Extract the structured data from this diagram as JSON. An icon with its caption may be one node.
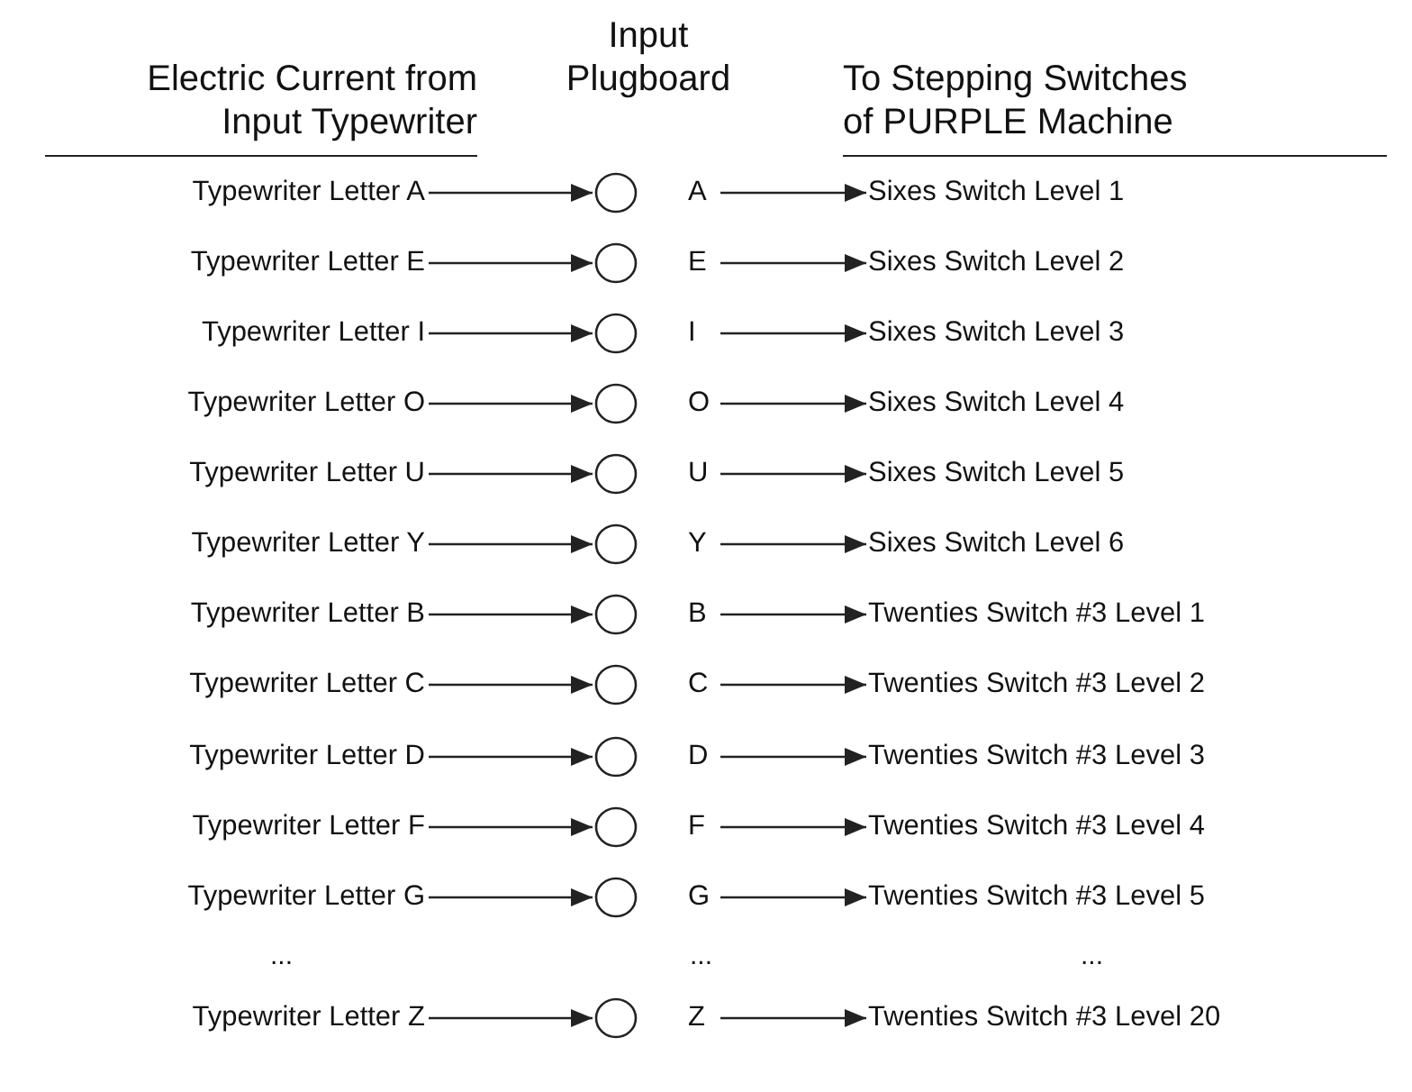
{
  "diagram": {
    "nodes": [
      {
        "text": [
          "Typewriter Letter A"
        ]
      },
      {
        "text": [],
        "shape": "circle",
        "beside": [
          "A"
        ]
      },
      {
        "text": [
          "Sixes Switch Level 1"
        ]
      },
      {
        "text": [
          "Typewriter Letter E"
        ]
      },
      {
        "text": [],
        "shape": "circle",
        "beside": [
          "E"
        ]
      },
      {
        "text": [
          "Sixes Switch Level 2"
        ]
      },
      {
        "text": [
          "Typewriter Letter I"
        ]
      },
      {
        "text": [],
        "shape": "circle",
        "beside": [
          "I"
        ]
      },
      {
        "text": [
          "Sixes Switch Level 3"
        ]
      },
      {
        "text": [
          "Typewriter Letter O"
        ]
      },
      {
        "text": [],
        "shape": "circle",
        "beside": [
          "O"
        ]
      },
      {
        "text": [
          "Sixes Switch Level 4"
        ]
      },
      {
        "text": [
          "Typewriter Letter U"
        ]
      },
      {
        "text": [],
        "shape": "circle",
        "beside": [
          "U"
        ]
      },
      {
        "text": [
          "Sixes Switch Level 5"
        ]
      },
      {
        "text": [
          "Typewriter Letter Y"
        ]
      },
      {
        "text": [],
        "shape": "circle",
        "beside": [
          "Y"
        ]
      },
      {
        "text": [
          "Sixes Switch Level 6"
        ]
      },
      {
        "text": [
          "Typewriter Letter B"
        ]
      },
      {
        "text": [],
        "shape": "circle",
        "beside": [
          "B"
        ]
      },
      {
        "text": [
          "Twenties Switch #3 Level 1"
        ]
      },
      {
        "text": [
          "Typewriter Letter C"
        ]
      },
      {
        "text": [],
        "shape": "circle",
        "beside": [
          "C"
        ]
      },
      {
        "text": [
          "Twenties Switch #3 Level 2"
        ]
      },
      {
        "text": [
          "Typewriter Letter D"
        ]
      },
      {
        "text": [],
        "shape": "circle",
        "beside": [
          "D"
        ]
      },
      {
        "text": [
          "Twenties Switch #3 Level 3"
        ]
      },
      {
        "text": [
          "Typewriter Letter F"
        ]
      },
      {
        "text": [],
        "shape": "circle",
        "beside": [
          "F"
        ]
      },
      {
        "text": [
          "Twenties Switch #3 Level 4"
        ]
      },
      {
        "text": [
          "Typewriter Letter G"
        ]
      },
      {
        "text": [],
        "shape": "circle",
        "beside": [
          "G"
        ]
      },
      {
        "text": [
          "Twenties Switch #3 Level 5"
        ]
      },
      {
        "text": [
          "Typewriter Letter Z"
        ]
      },
      {
        "text": [],
        "shape": "circle",
        "beside": [
          "Z"
        ]
      },
      {
        "text": [
          "Twenties Switch #3 Level 20"
        ]
      }
    ],
    "edges": [
      {
        "from": 0,
        "to": 1,
        "arrow": "to"
      },
      {
        "from": 1,
        "to": 2,
        "arrow": "to"
      },
      {
        "from": 3,
        "to": 4,
        "arrow": "to"
      },
      {
        "from": 4,
        "to": 5,
        "arrow": "to"
      },
      {
        "from": 6,
        "to": 7,
        "arrow": "to"
      },
      {
        "from": 7,
        "to": 8,
        "arrow": "to"
      },
      {
        "from": 9,
        "to": 10,
        "arrow": "to"
      },
      {
        "from": 10,
        "to": 11,
        "arrow": "to"
      },
      {
        "from": 12,
        "to": 13,
        "arrow": "to"
      },
      {
        "from": 13,
        "to": 14,
        "arrow": "to"
      },
      {
        "from": 15,
        "to": 16,
        "arrow": "to"
      },
      {
        "from": 16,
        "to": 17,
        "arrow": "to"
      },
      {
        "from": 18,
        "to": 19,
        "arrow": "to"
      },
      {
        "from": 19,
        "to": 20,
        "arrow": "to"
      },
      {
        "from": 21,
        "to": 22,
        "arrow": "to"
      },
      {
        "from": 22,
        "to": 23,
        "arrow": "to"
      },
      {
        "from": 24,
        "to": 25,
        "arrow": "to"
      },
      {
        "from": 25,
        "to": 26,
        "arrow": "to"
      },
      {
        "from": 27,
        "to": 28,
        "arrow": "to"
      },
      {
        "from": 28,
        "to": 29,
        "arrow": "to"
      },
      {
        "from": 30,
        "to": 31,
        "arrow": "to"
      },
      {
        "from": 31,
        "to": 32,
        "arrow": "to"
      },
      {
        "from": 33,
        "to": 34,
        "arrow": "to"
      },
      {
        "from": 34,
        "to": 35,
        "arrow": "to"
      }
    ],
    "labels": [
      "Electric Current from Input Typewriter",
      "Input Plugboard",
      "To Stepping Switches of PURPLE Machine",
      "...",
      "...",
      "..."
    ]
  }
}
